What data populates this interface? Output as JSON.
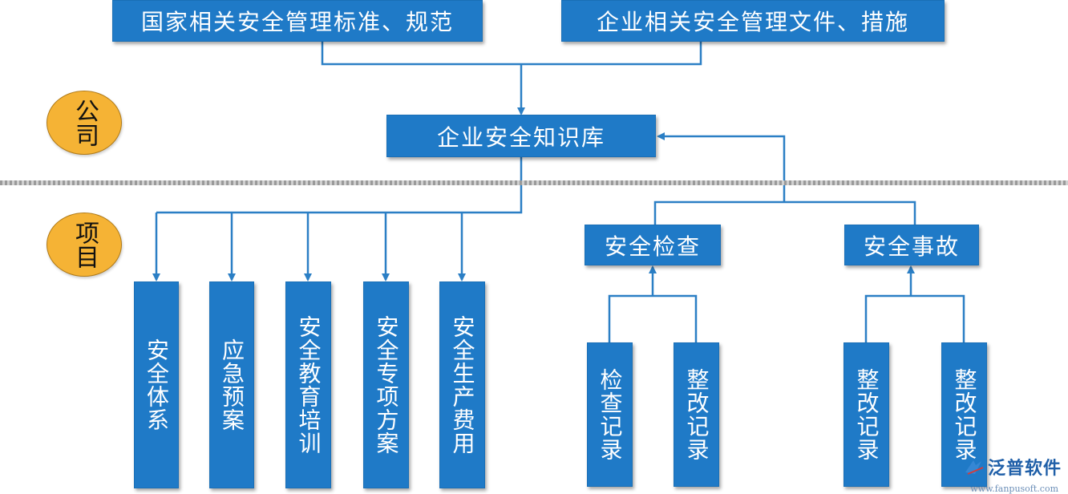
{
  "top": {
    "national_standards": "国家相关安全管理标准、规范",
    "enterprise_documents": "企业相关安全管理文件、措施"
  },
  "level_labels": {
    "company": "公司",
    "project": "项目"
  },
  "knowledge_base": "企业安全知识库",
  "project_items": [
    "安全体系",
    "应急预案",
    "安全教育培训",
    "安全专项方案",
    "安全生产费用"
  ],
  "inspection": {
    "title": "安全检查",
    "children": [
      "检查记录",
      "整改记录"
    ]
  },
  "accident": {
    "title": "安全事故",
    "children": [
      "整改记录",
      "整改记录"
    ]
  },
  "logo": {
    "name": "泛普软件",
    "url": "www.fanpusoft.com"
  },
  "colors": {
    "box": "#1f7ac7",
    "line": "#2b7fc5",
    "circle": "#f5b335"
  }
}
